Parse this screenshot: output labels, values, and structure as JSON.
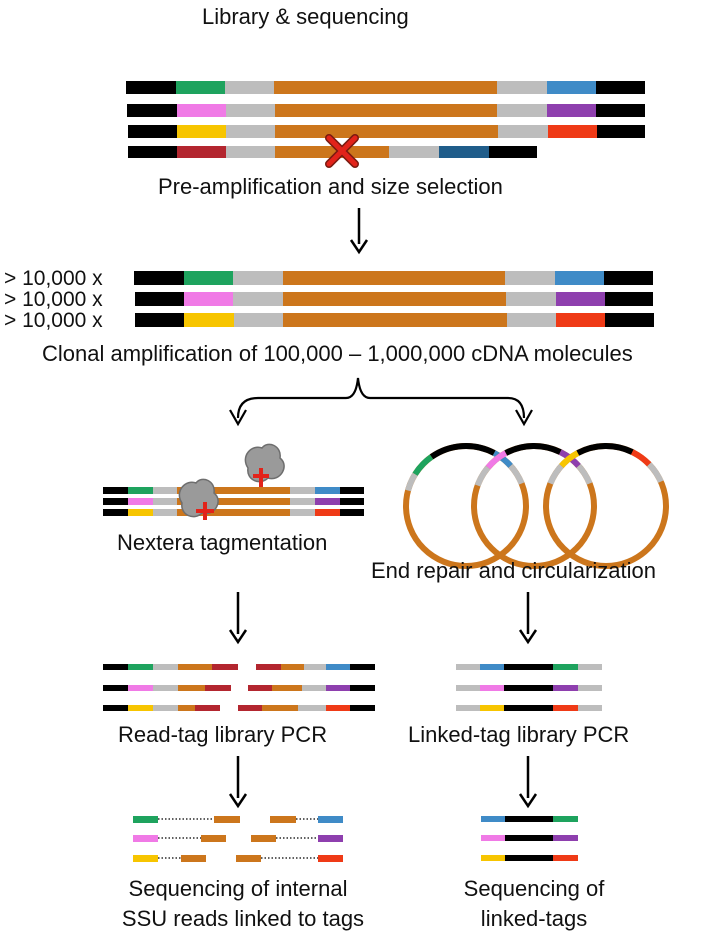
{
  "title": "Library & sequencing",
  "steps": {
    "pre_amp": "Pre-amplification and size selection",
    "multiplier": "> 10,000 x",
    "clonal": "Clonal amplification of 100,000 – 1,000,000 cDNA molecules",
    "nextera": "Nextera tagmentation",
    "circularization": "End repair and circularization",
    "readtag_pcr": "Read-tag library PCR",
    "linkedtag_pcr": "Linked-tag library PCR",
    "seq_internal_line1": "Sequencing of internal",
    "seq_internal_line2": "SSU reads linked to tags",
    "seq_linked_line1": "Sequencing of",
    "seq_linked_line2": "linked-tags"
  },
  "colors": {
    "black": "#000000",
    "gray": "#bdbdbd",
    "orange": "#cc761c",
    "green": "#1ea35e",
    "pink": "#f07ae6",
    "yellow": "#f7c500",
    "red": "#b3262f",
    "blue": "#3f8bc7",
    "purple": "#8e3fae",
    "orange_red": "#ef3a16",
    "navy": "#205d8a",
    "cross": "#e2231a",
    "transposome": "#9a9a9a"
  }
}
